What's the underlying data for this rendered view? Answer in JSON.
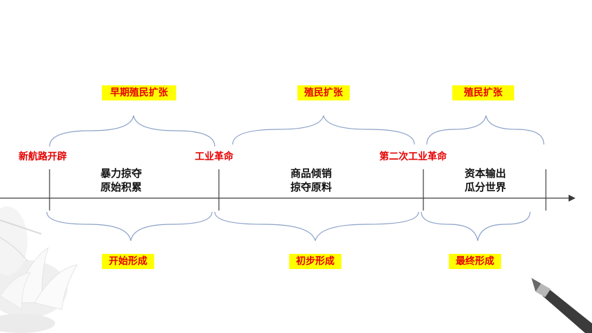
{
  "top_labels": [
    "早期殖民扩张",
    "殖民扩张",
    "殖民扩张"
  ],
  "milestones": [
    "新航路开辟",
    "工业革命",
    "第二次工业革命"
  ],
  "periods": [
    {
      "line1": "暴力掠夺",
      "line2": "原始积累"
    },
    {
      "line1": "商品倾销",
      "line2": "掠夺原料"
    },
    {
      "line1": "资本输出",
      "line2": "瓜分世界"
    }
  ],
  "bottom_labels": [
    "开始形成",
    "初步形成",
    "最终形成"
  ],
  "colors": {
    "label_bg": "#ffff00",
    "label_text": "#e60000",
    "line": "#3a3a3a",
    "brace": "#8aa0c8"
  }
}
